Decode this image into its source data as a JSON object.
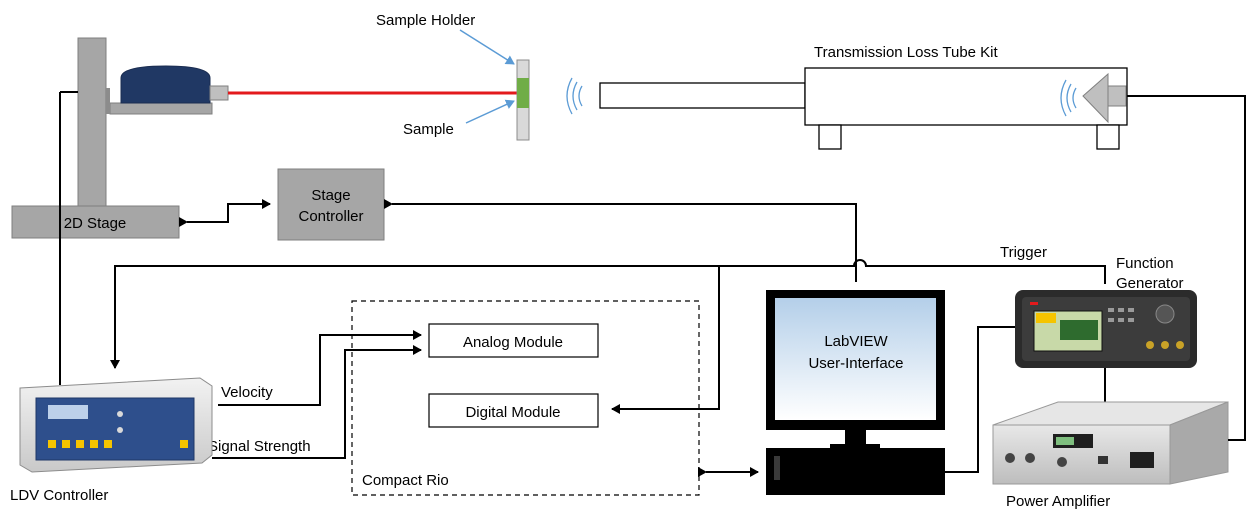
{
  "labels": {
    "sample_holder": "Sample Holder",
    "sample": "Sample",
    "tube_kit": "Transmission Loss Tube Kit",
    "stage_2d": "2D Stage",
    "stage_controller_line1": "Stage",
    "stage_controller_line2": "Controller",
    "trigger": "Trigger",
    "function_gen_line1": "Function",
    "function_gen_line2": "Generator",
    "analog_module": "Analog Module",
    "digital_module": "Digital Module",
    "compact_rio": "Compact Rio",
    "labview_line1": "LabVIEW",
    "labview_line2": "User-Interface",
    "velocity": "Velocity",
    "signal_strength": "Signal Strength",
    "ldv_controller": "LDV Controller",
    "power_amplifier": "Power Amplifier"
  },
  "colors": {
    "laser_beam": "#e31a1c",
    "ldv_head": "#203864",
    "stage_gray": "#a6a6a6",
    "sample_green": "#70ad47",
    "callout_blue": "#5b9bd5",
    "screen_top": "#b4cfe9"
  },
  "icons": {
    "sound_waves": "sound-waves-icon",
    "speaker": "speaker-icon"
  }
}
